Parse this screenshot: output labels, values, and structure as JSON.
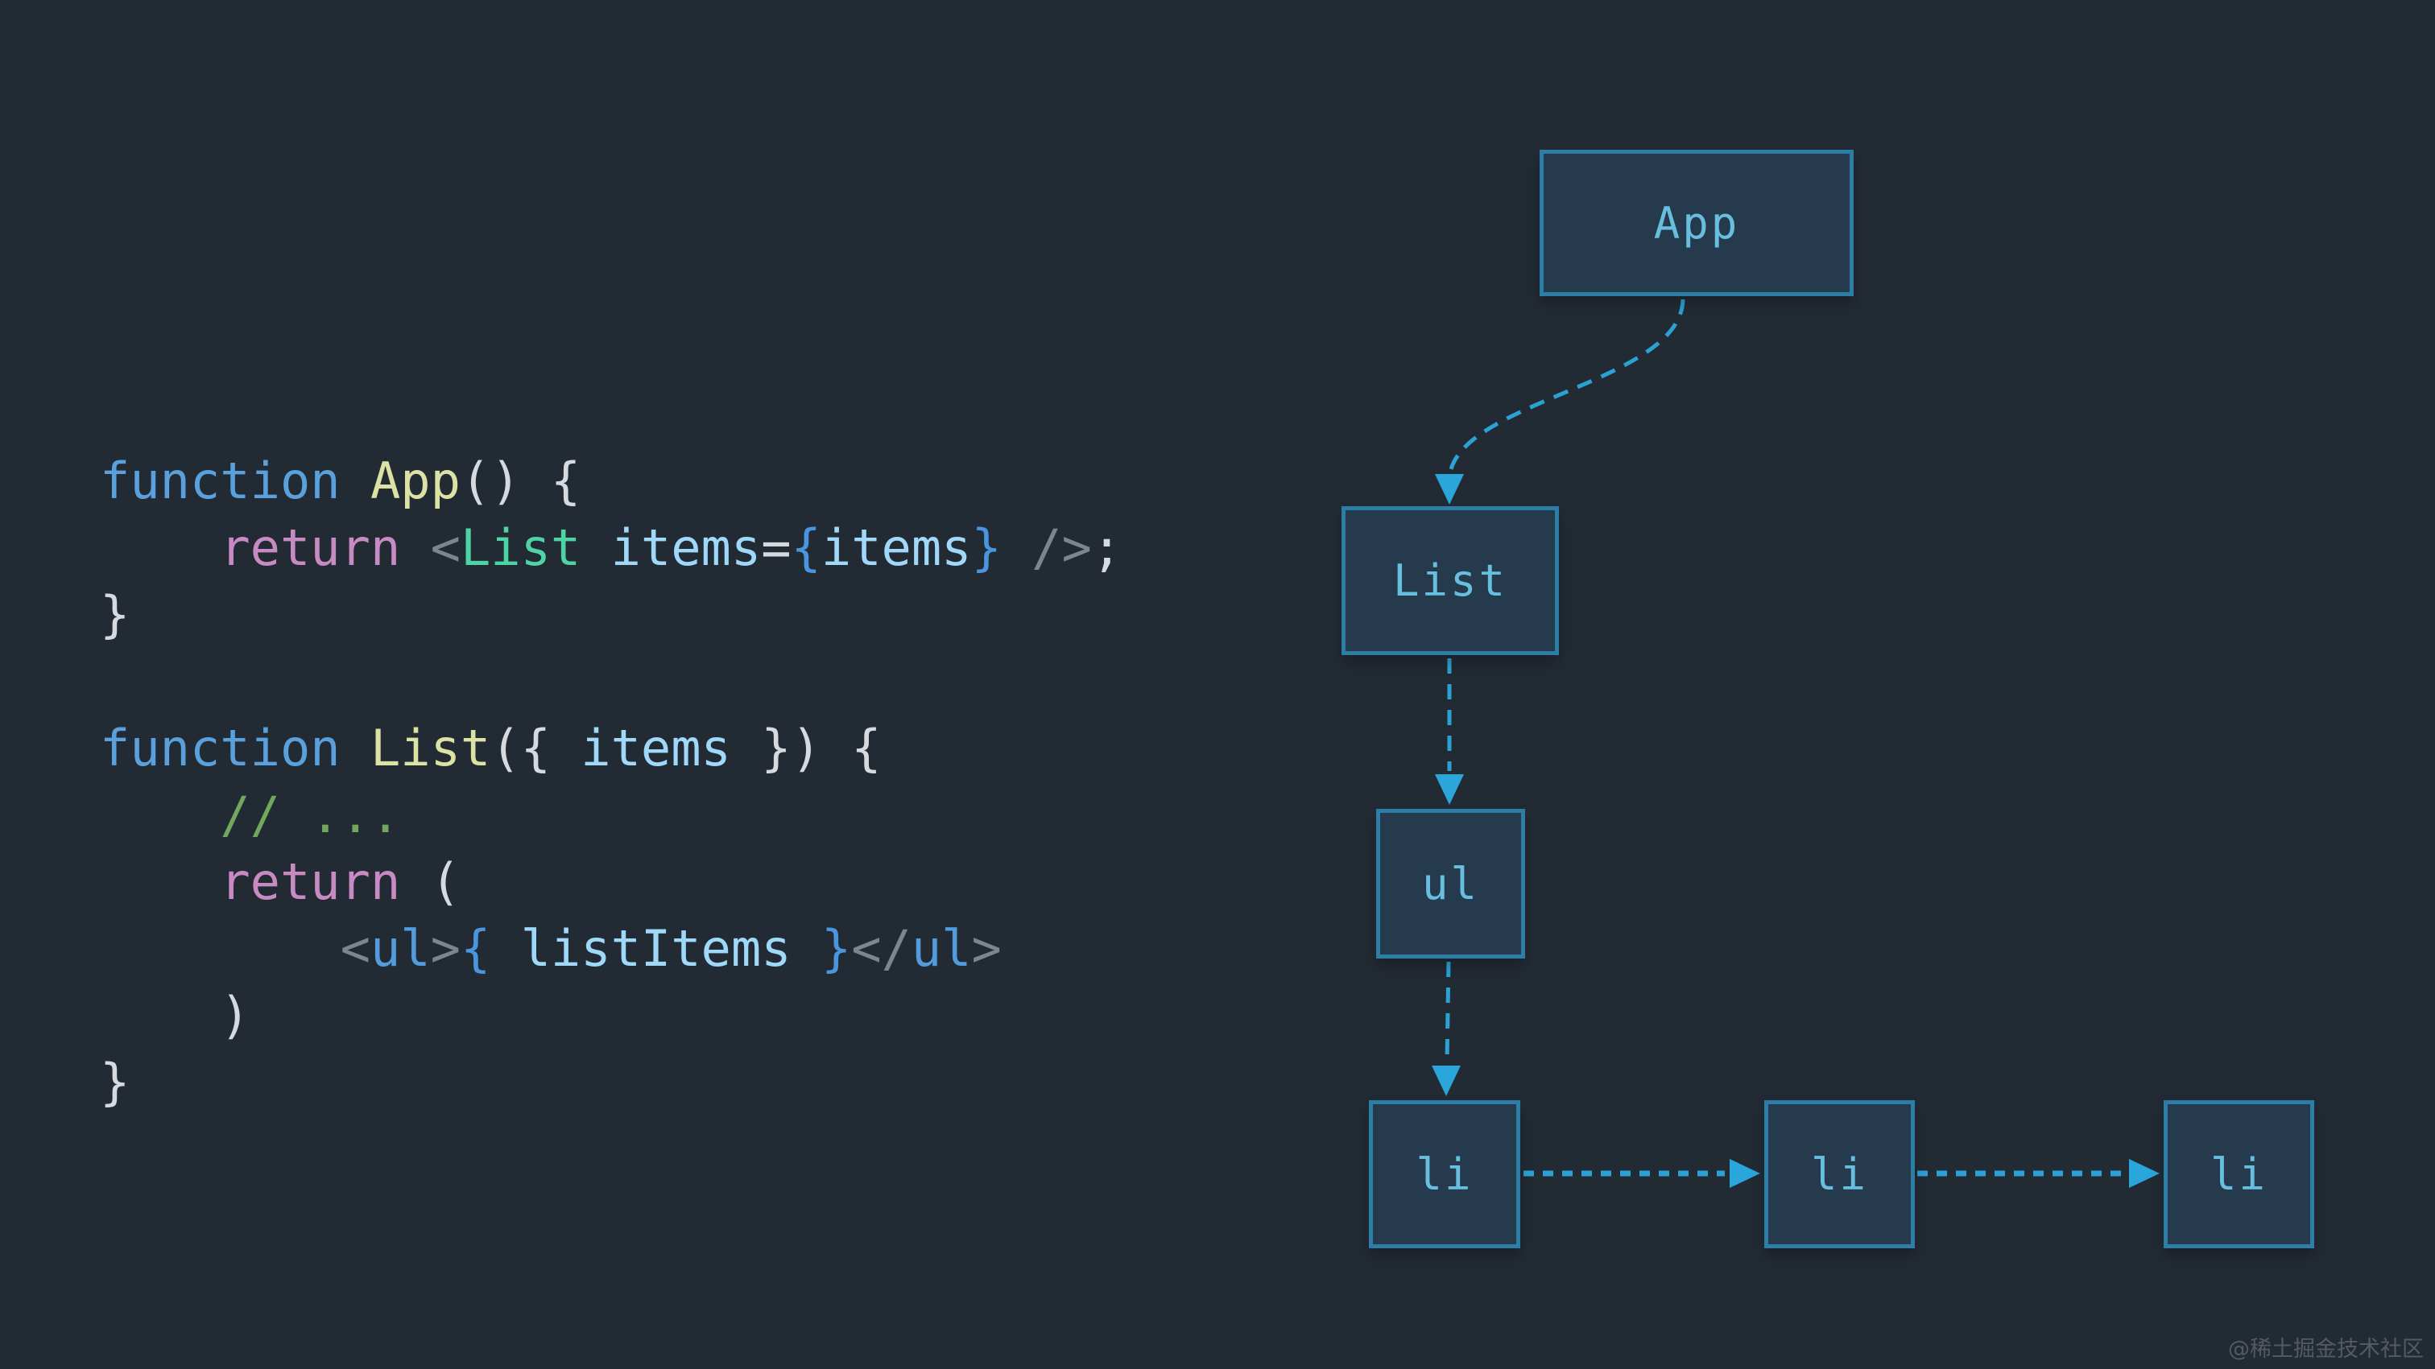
{
  "palette": {
    "background": "#222a34",
    "node_fill": "#263a4d",
    "node_border": "#2c7ea7",
    "node_label": "#68bede",
    "arrow": "#2ba1d4",
    "code_keyword": "#5aa0dc",
    "code_function_name": "#dce2a4",
    "code_plain": "#d6dade",
    "code_return": "#c88ac2",
    "code_angle_bracket": "#7d858d",
    "code_jsx_component": "#4ed3a4",
    "code_attribute": "#9fd8f8",
    "code_jsx_brace": "#4a95de",
    "code_html_tag": "#539bdb",
    "code_comment": "#72a85c"
  },
  "code": {
    "lines": [
      [
        {
          "c": "kw",
          "t": "function"
        },
        {
          "c": "pl",
          "t": " "
        },
        {
          "c": "fn",
          "t": "App"
        },
        {
          "c": "pl",
          "t": "() {"
        }
      ],
      [
        {
          "c": "pl",
          "t": "    "
        },
        {
          "c": "ret",
          "t": "return"
        },
        {
          "c": "pl",
          "t": " "
        },
        {
          "c": "ang",
          "t": "<"
        },
        {
          "c": "cmp",
          "t": "List"
        },
        {
          "c": "pl",
          "t": " "
        },
        {
          "c": "attr",
          "t": "items"
        },
        {
          "c": "pl",
          "t": "="
        },
        {
          "c": "jbr",
          "t": "{"
        },
        {
          "c": "attr",
          "t": "items"
        },
        {
          "c": "jbr",
          "t": "}"
        },
        {
          "c": "pl",
          "t": " "
        },
        {
          "c": "ang",
          "t": "/>"
        },
        {
          "c": "pl",
          "t": ";"
        }
      ],
      [
        {
          "c": "pl",
          "t": "}"
        }
      ],
      [],
      [
        {
          "c": "kw",
          "t": "function"
        },
        {
          "c": "pl",
          "t": " "
        },
        {
          "c": "fn",
          "t": "List"
        },
        {
          "c": "pl",
          "t": "({ "
        },
        {
          "c": "attr",
          "t": "items"
        },
        {
          "c": "pl",
          "t": " }) {"
        }
      ],
      [
        {
          "c": "pl",
          "t": "    "
        },
        {
          "c": "cmt",
          "t": "// ..."
        }
      ],
      [
        {
          "c": "pl",
          "t": "    "
        },
        {
          "c": "ret",
          "t": "return"
        },
        {
          "c": "pl",
          "t": " ("
        }
      ],
      [
        {
          "c": "pl",
          "t": "        "
        },
        {
          "c": "ang",
          "t": "<"
        },
        {
          "c": "tag",
          "t": "ul"
        },
        {
          "c": "ang",
          "t": ">"
        },
        {
          "c": "jbr",
          "t": "{"
        },
        {
          "c": "attr",
          "t": " listItems "
        },
        {
          "c": "jbr",
          "t": "}"
        },
        {
          "c": "ang",
          "t": "</"
        },
        {
          "c": "tag",
          "t": "ul"
        },
        {
          "c": "ang",
          "t": ">"
        }
      ],
      [
        {
          "c": "pl",
          "t": "    )"
        }
      ],
      [
        {
          "c": "pl",
          "t": "}"
        }
      ]
    ]
  },
  "diagram": {
    "nodes": [
      {
        "id": "app",
        "label": "App"
      },
      {
        "id": "list",
        "label": "List"
      },
      {
        "id": "ul",
        "label": "ul"
      },
      {
        "id": "li1",
        "label": "li"
      },
      {
        "id": "li2",
        "label": "li"
      },
      {
        "id": "li3",
        "label": "li"
      }
    ],
    "edges": [
      {
        "from": "app",
        "to": "list",
        "style": "dashed-curve"
      },
      {
        "from": "list",
        "to": "ul",
        "style": "dashed-vertical"
      },
      {
        "from": "ul",
        "to": "li1",
        "style": "dashed-vertical"
      },
      {
        "from": "li1",
        "to": "li2",
        "style": "dashed-horizontal"
      },
      {
        "from": "li2",
        "to": "li3",
        "style": "dashed-horizontal"
      }
    ]
  },
  "watermark": {
    "text": "@稀土掘金技术社区"
  }
}
